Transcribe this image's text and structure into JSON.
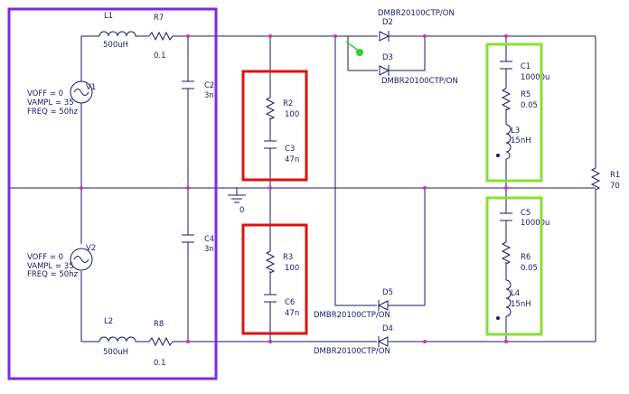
{
  "sources": {
    "v1": {
      "name": "V1",
      "voff": "VOFF = 0",
      "vampl": "VAMPL = 35",
      "freq": "FREQ = 50hz"
    },
    "v2": {
      "name": "V2",
      "voff": "VOFF = 0",
      "vampl": "VAMPL = 35",
      "freq": "FREQ = 50hz"
    }
  },
  "inductors": {
    "l1": {
      "name": "L1",
      "value": "500uH"
    },
    "l2": {
      "name": "L2",
      "value": "500uH"
    },
    "l3": {
      "name": "L3",
      "value": "15nH"
    },
    "l4": {
      "name": "L4",
      "value": "15nH"
    }
  },
  "resistors": {
    "r7": {
      "name": "R7",
      "value": "0.1"
    },
    "r8": {
      "name": "R8",
      "value": "0.1"
    },
    "r2": {
      "name": "R2",
      "value": "100"
    },
    "r3": {
      "name": "R3",
      "value": "100"
    },
    "r5": {
      "name": "R5",
      "value": "0.05"
    },
    "r6": {
      "name": "R6",
      "value": "0.05"
    },
    "r1": {
      "name": "R1",
      "value": "70"
    }
  },
  "capacitors": {
    "c2": {
      "name": "C2",
      "value": "3n"
    },
    "c4": {
      "name": "C4",
      "value": "3n"
    },
    "c3": {
      "name": "C3",
      "value": "47n"
    },
    "c6": {
      "name": "C6",
      "value": "47n"
    },
    "c1": {
      "name": "C1",
      "value": "10000u"
    },
    "c5": {
      "name": "C5",
      "value": "10000u"
    }
  },
  "diodes": {
    "d2": {
      "name": "D2",
      "part": "DMBR20100CTP/ON"
    },
    "d3": {
      "name": "D3",
      "part": "DMBR20100CTP/ON"
    },
    "d5": {
      "name": "D5",
      "part": "DMBR20100CTP/ON"
    },
    "d4": {
      "name": "D4",
      "part": "DMBR20100CTP/ON"
    }
  },
  "ground": {
    "label": "0"
  },
  "colors": {
    "wire": "#1a1a66",
    "junction": "#cc33aa",
    "source_box": "#7b2be0",
    "snubber_box": "#dd1111",
    "output_box": "#88e030",
    "cursor": "#33cc33"
  }
}
